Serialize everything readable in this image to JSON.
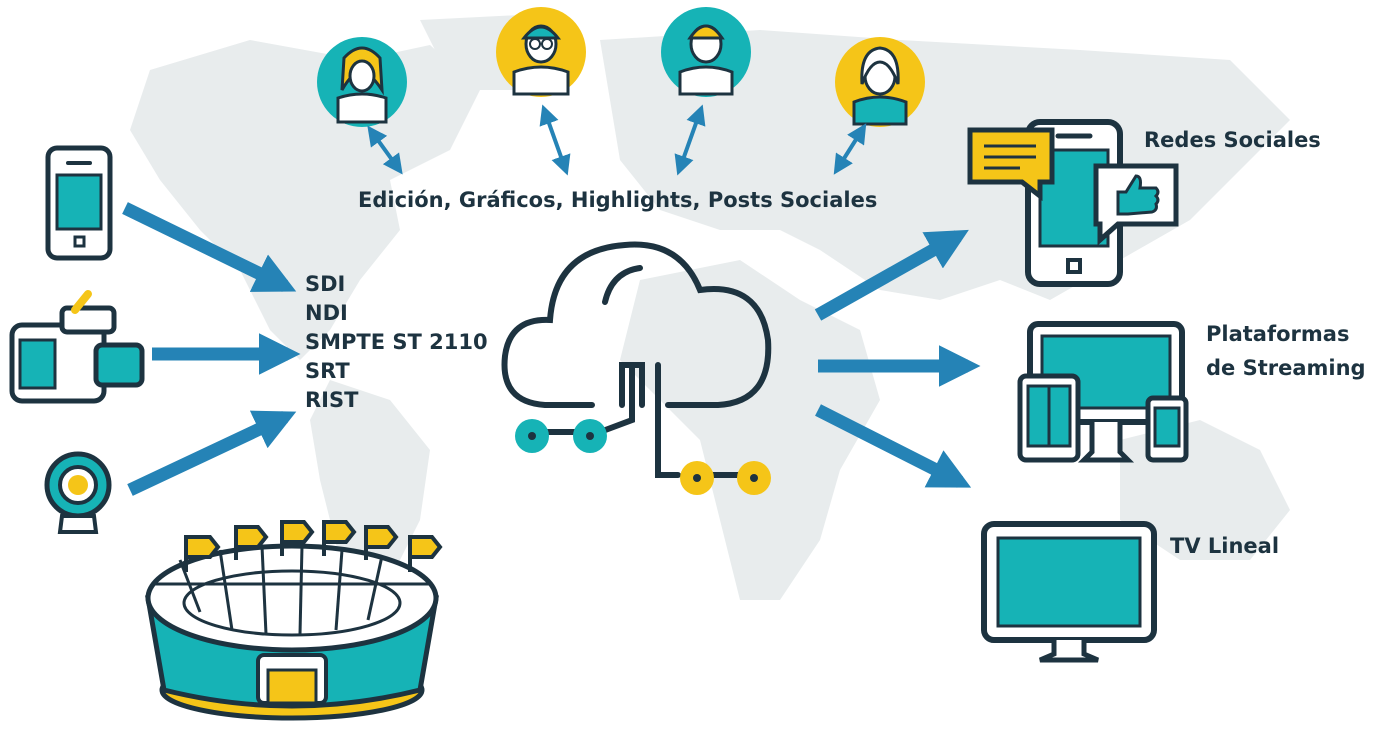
{
  "editors_caption": "Edición, Gráficos, Highlights, Posts Sociales",
  "protocols": [
    "SDI",
    "NDI",
    "SMPTE ST 2110",
    "SRT",
    "RIST"
  ],
  "outputs": {
    "social": "Redes Sociales",
    "streaming_line1": "Plataformas",
    "streaming_line2": "de Streaming",
    "tv": "TV Lineal"
  },
  "colors": {
    "teal": "#16b3b6",
    "yellow": "#f5c518",
    "navy": "#1d3340",
    "arrow": "#2583b6",
    "map": "#e8eced"
  },
  "icons": {
    "sources": [
      "smartphone-icon",
      "video-camera-icon",
      "webcam-icon",
      "stadium-icon"
    ],
    "editors": [
      "editor-woman-icon",
      "editor-man-glasses-icon",
      "editor-man-icon",
      "editor-woman-scarf-icon"
    ],
    "center": "cloud-icon",
    "outputs": [
      "social-phone-icon",
      "multi-device-icon",
      "tv-icon"
    ]
  }
}
